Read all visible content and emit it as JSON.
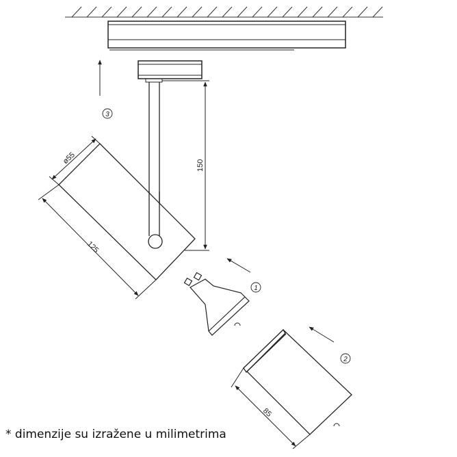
{
  "drawing": {
    "dimensions": {
      "diameter": "ø55",
      "body_length": "125",
      "stem_height": "150",
      "cover_length": "85"
    },
    "steps": [
      "1",
      "2",
      "3"
    ]
  },
  "footnote": "* dimenzije su izražene u milimetrima"
}
